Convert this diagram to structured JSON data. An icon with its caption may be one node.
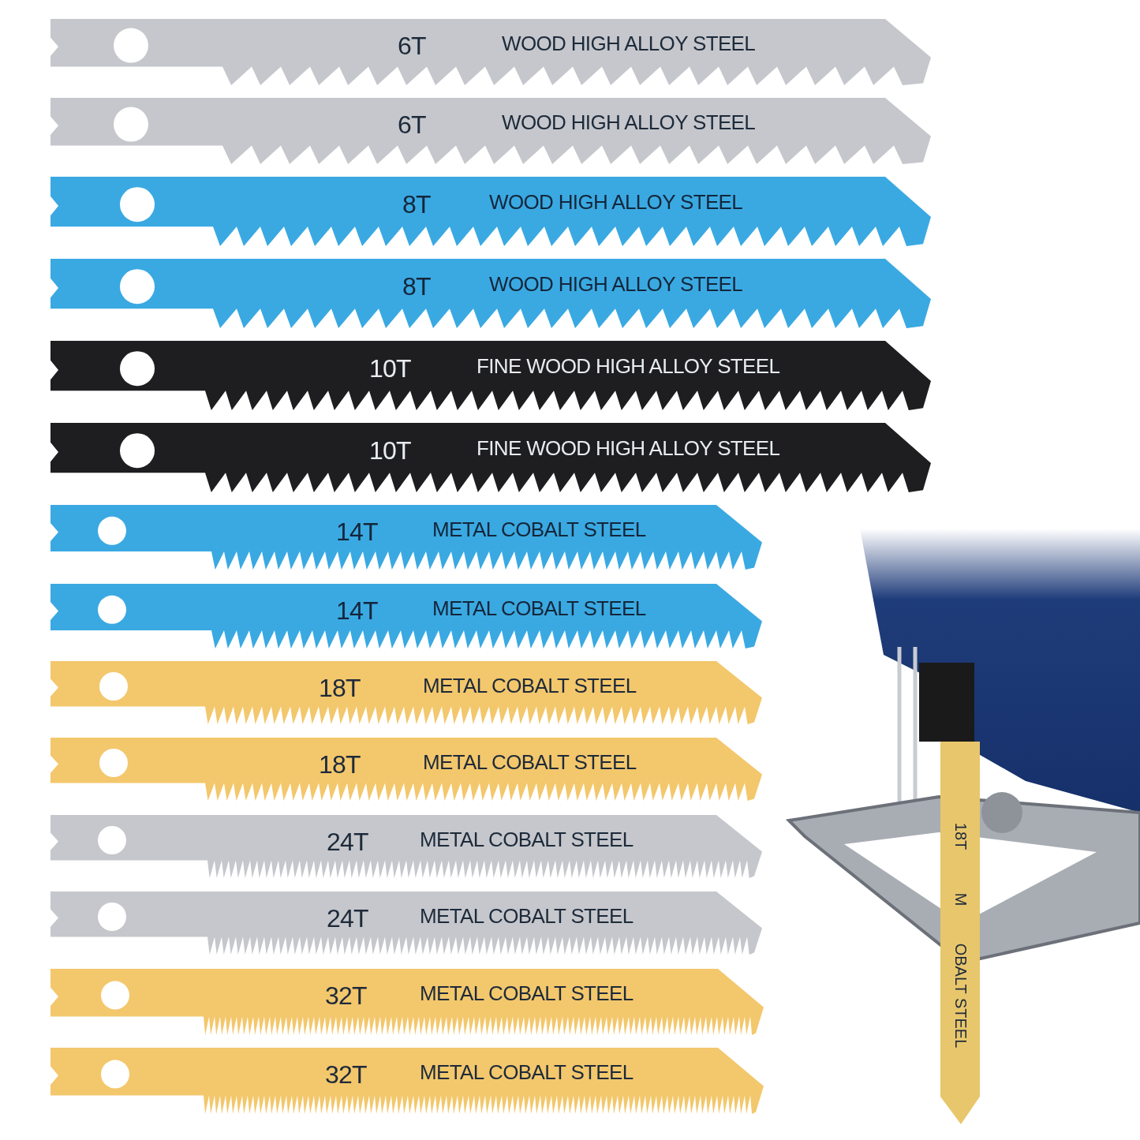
{
  "diagram": {
    "nodes": [
      {
        "text": [
          "6T",
          "WOOD HIGH ALLOY STEEL"
        ]
      },
      {
        "text": [
          "6T",
          "WOOD HIGH ALLOY STEEL"
        ]
      },
      {
        "text": [
          "8T",
          "WOOD HIGH ALLOY STEEL"
        ]
      },
      {
        "text": [
          "8T",
          "WOOD HIGH ALLOY STEEL"
        ]
      },
      {
        "text": [
          "10T",
          "FINE WOOD HIGH ALLOY STEEL"
        ]
      },
      {
        "text": [
          "10T",
          "FINE WOOD HIGH ALLOY STEEL"
        ]
      },
      {
        "text": [
          "14T",
          "METAL COBALT STEEL"
        ]
      },
      {
        "text": [
          "14T",
          "METAL COBALT STEEL"
        ]
      },
      {
        "text": [
          "18T",
          "METAL COBALT STEEL"
        ]
      },
      {
        "text": [
          "18T",
          "METAL COBALT STEEL"
        ]
      },
      {
        "text": [
          "24T",
          "METAL COBALT STEEL"
        ]
      },
      {
        "text": [
          "24T",
          "METAL COBALT STEEL"
        ]
      },
      {
        "text": [
          "32T",
          "METAL COBALT STEEL"
        ]
      },
      {
        "text": [
          "32T",
          "METAL COBALT STEEL"
        ]
      }
    ],
    "labels": [
      "18T",
      "M",
      "OBALT STEEL"
    ]
  }
}
